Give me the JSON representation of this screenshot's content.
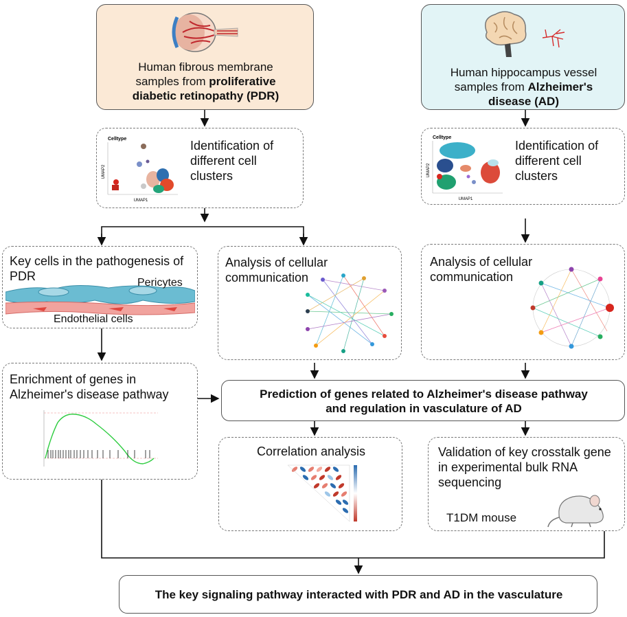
{
  "pdr_source": {
    "line1": "Human fibrous membrane",
    "line2_plain": "samples from ",
    "line2_bold": "proliferative",
    "line3": "diabetic retinopathy (PDR)"
  },
  "ad_source": {
    "line1": "Human hippocampus vessel",
    "line2_plain": "samples from ",
    "line2_bold": "Alzheimer's",
    "line3": "disease (AD)"
  },
  "pdr_clusters": {
    "label": "Identification of different cell clusters",
    "umap_title": "Celltype",
    "umap_xlabel": "UMAP1",
    "umap_ylabel": "UMAP2"
  },
  "ad_clusters": {
    "label": "Identification of different cell clusters",
    "umap_title": "Celltype",
    "umap_xlabel": "UMAP1",
    "umap_ylabel": "UMAP2"
  },
  "key_cells": {
    "label": "Key cells in the pathogenesis of PDR",
    "pericytes": "Pericytes",
    "endothelial": "Endothelial cells"
  },
  "pdr_comm": {
    "label": "Analysis of cellular communication"
  },
  "ad_comm": {
    "label": "Analysis of cellular communication"
  },
  "enrichment": {
    "label": "Enrichment of genes in Alzheimer's disease pathway"
  },
  "prediction": {
    "line1": "Prediction of genes related to Alzheimer's disease pathway",
    "line2": "and regulation in vasculature of AD"
  },
  "correlation": {
    "label": "Correlation analysis"
  },
  "validation": {
    "label": "Validation of key crosstalk gene in experimental bulk RNA sequencing",
    "mouse_label": "T1DM mouse"
  },
  "final": {
    "label": "The key signaling pathway interacted with PDR and AD in the vasculature"
  },
  "colors": {
    "pdr_fill": "#fbe9d6",
    "ad_fill": "#e2f4f6",
    "border": "#555555",
    "dash": "#777777"
  }
}
